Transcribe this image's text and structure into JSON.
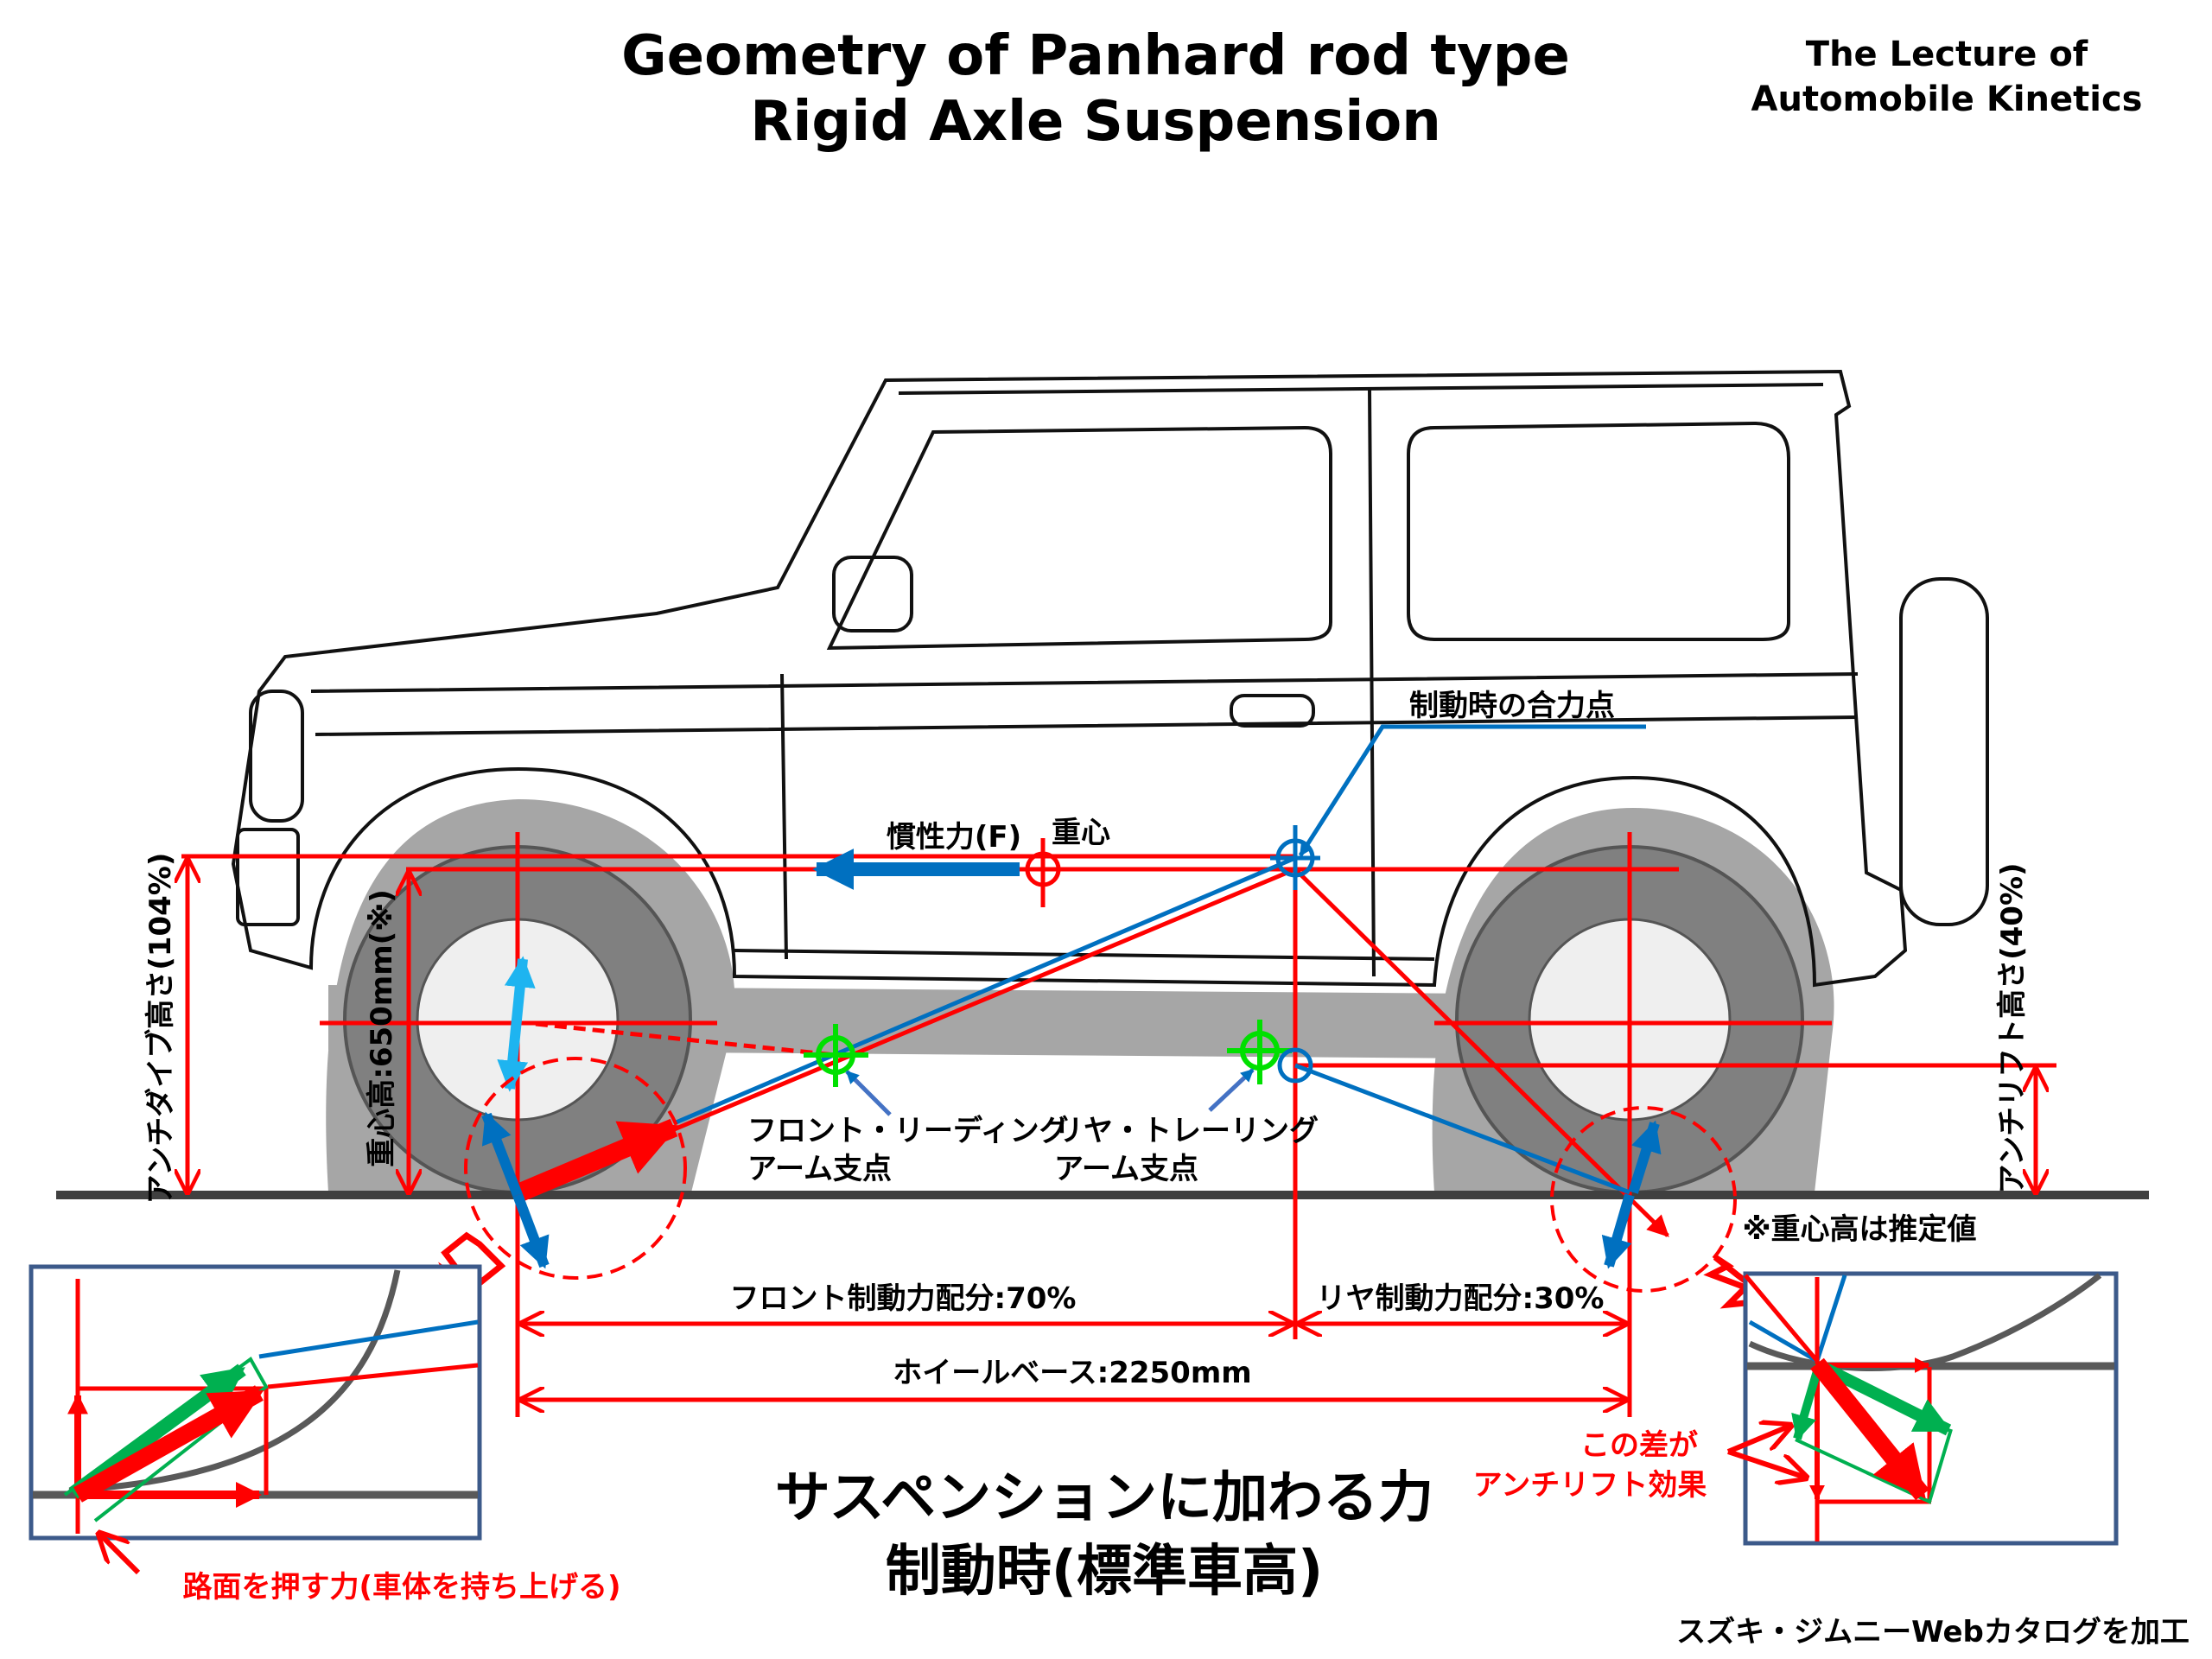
{
  "header": {
    "title_line1": "Geometry of Panhard rod type",
    "title_line2": "Rigid Axle Suspension",
    "series_line1": "The Lecture of",
    "series_line2": "Automobile Kinetics"
  },
  "labels": {
    "resultant_point": "制動時の合力点",
    "inertia_force": "慣性力(F)",
    "center_of_gravity": "重心",
    "anti_dive_height": "アンチダイブ高さ(104%)",
    "cg_height": "重心高:650mm(※)",
    "anti_lift_height": "アンチリフト高さ(40%)",
    "front_pivot_line1": "フロント・リーディング",
    "front_pivot_line2": "アーム支点",
    "rear_pivot_line1": "リヤ・トレーリング",
    "rear_pivot_line2": "アーム支点",
    "cg_note": "※重心高は推定値",
    "front_brake_ratio": "フロント制動力配分:70%",
    "rear_brake_ratio": "リヤ制動力配分:30%",
    "wheelbase": "ホイールベース:2250mm",
    "road_push_force": "路面を押す力(車体を持ち上げる)",
    "anti_lift_effect_line1": "この差が",
    "anti_lift_effect_line2": "アンチリフト効果",
    "source": "スズキ・ジムニーWebカタログを加工"
  },
  "caption": {
    "line1": "サスペンションに加わる力",
    "line2": "制動時(標準車高)"
  },
  "colors": {
    "force_red": "#ff0000",
    "geometry_blue": "#0070c0",
    "component_green": "#00b050",
    "suspension_cyan": "#1eb4f0",
    "inset_border": "#3c5a8a",
    "tire_gray": "#808080"
  }
}
